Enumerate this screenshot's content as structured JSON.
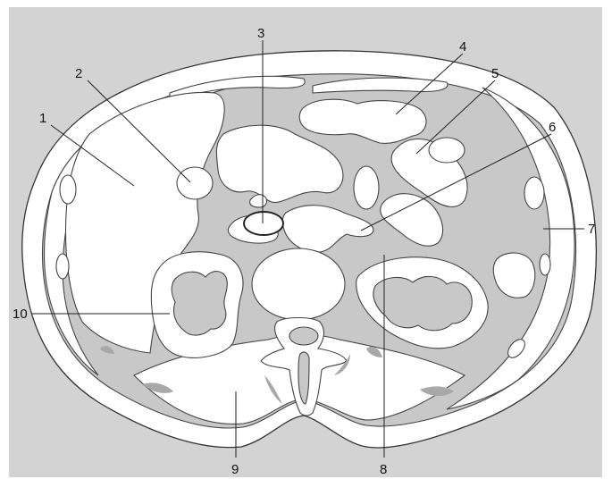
{
  "figure": {
    "colors": {
      "background": "#d3d3d3",
      "tissue": "#c8c8c8",
      "organ_fill": "#ffffff",
      "outline": "#333333",
      "dark_mark": "#a8a8a8"
    },
    "labels": [
      {
        "id": "1",
        "text": "1"
      },
      {
        "id": "2",
        "text": "2"
      },
      {
        "id": "3",
        "text": "3"
      },
      {
        "id": "4",
        "text": "4"
      },
      {
        "id": "5",
        "text": "5"
      },
      {
        "id": "6",
        "text": "6"
      },
      {
        "id": "7",
        "text": "7"
      },
      {
        "id": "8",
        "text": "8"
      },
      {
        "id": "9",
        "text": "9"
      },
      {
        "id": "10",
        "text": "10"
      }
    ]
  }
}
